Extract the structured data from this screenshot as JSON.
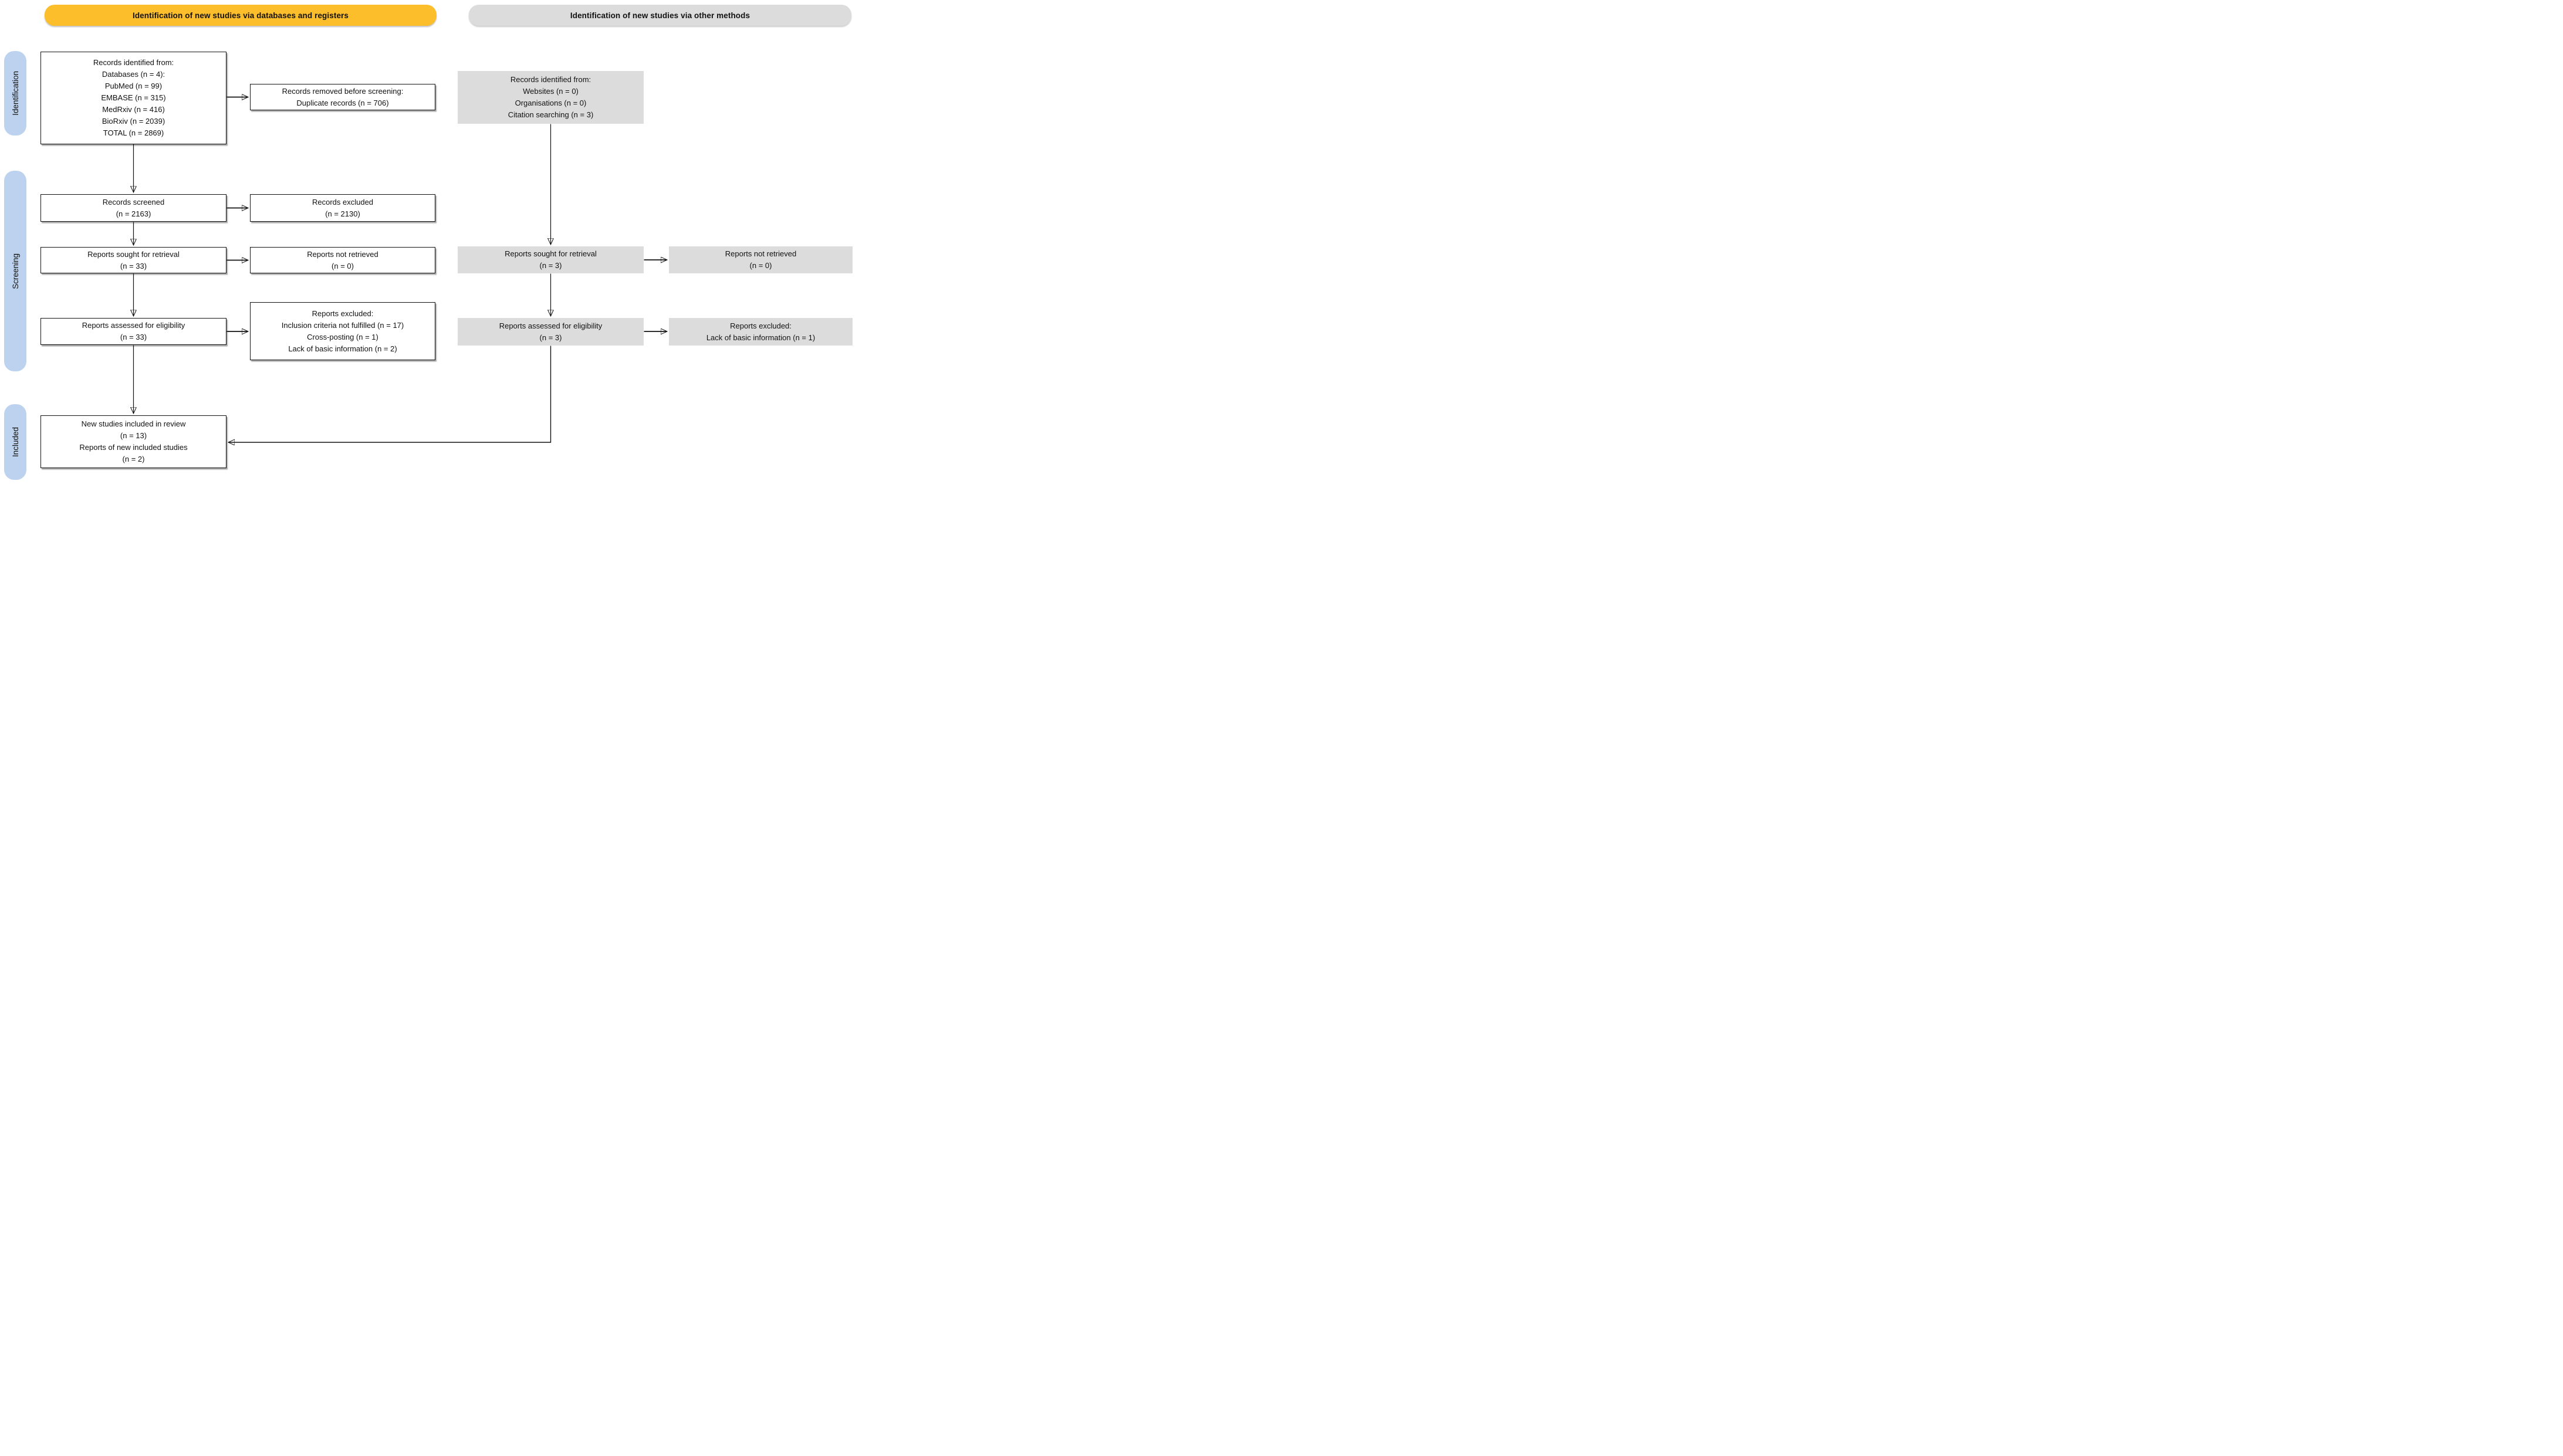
{
  "colors": {
    "banner_databases": "#FDBE2C",
    "banner_other": "#DCDCDC",
    "stage_pill_blue": "#BDD2EE",
    "gray_box": "#DCDCDC",
    "box_border": "#141414"
  },
  "banners": {
    "databases": "Identification of new studies via databases and registers",
    "other": "Identification of new studies via other methods"
  },
  "stages": {
    "identification": "Identification",
    "screening": "Screening",
    "included": "Included"
  },
  "boxes": {
    "db_identified": {
      "lines": [
        "Records identified from:",
        "Databases (n = 4):",
        "PubMed (n = 99)",
        "EMBASE (n = 315)",
        "MedRxiv (n = 416)",
        "BioRxiv (n = 2039)",
        "TOTAL (n = 2869)"
      ]
    },
    "removed": {
      "lines": [
        "Records removed before screening:",
        "Duplicate records (n = 706)"
      ]
    },
    "screened": {
      "lines": [
        "Records screened",
        "(n = 2163)"
      ]
    },
    "records_excluded": {
      "lines": [
        "Records excluded",
        "(n = 2130)"
      ]
    },
    "sought": {
      "lines": [
        "Reports sought for retrieval",
        "(n = 33)"
      ]
    },
    "not_retrieved": {
      "lines": [
        "Reports not retrieved",
        "(n = 0)"
      ]
    },
    "assessed": {
      "lines": [
        "Reports assessed for eligibility",
        "(n = 33)"
      ]
    },
    "reports_excluded": {
      "lines": [
        "Reports excluded:",
        "Inclusion criteria not fulfilled (n = 17)",
        "Cross-posting (n = 1)",
        "Lack of basic information (n = 2)"
      ]
    },
    "other_identified": {
      "lines": [
        "Records identified from:",
        "Websites (n = 0)",
        "Organisations (n = 0)",
        "Citation searching (n = 3)"
      ]
    },
    "other_sought": {
      "lines": [
        "Reports sought for retrieval",
        "(n = 3)"
      ]
    },
    "other_not_retrieved": {
      "lines": [
        "Reports not retrieved",
        "(n = 0)"
      ]
    },
    "other_assessed": {
      "lines": [
        "Reports assessed for eligibility",
        "(n = 3)"
      ]
    },
    "other_excluded": {
      "lines": [
        "Reports excluded:",
        "Lack of basic information (n = 1)"
      ]
    },
    "included": {
      "lines": [
        "New studies included in review",
        "(n = 13)",
        "Reports of new included studies",
        "(n = 2)"
      ]
    }
  }
}
